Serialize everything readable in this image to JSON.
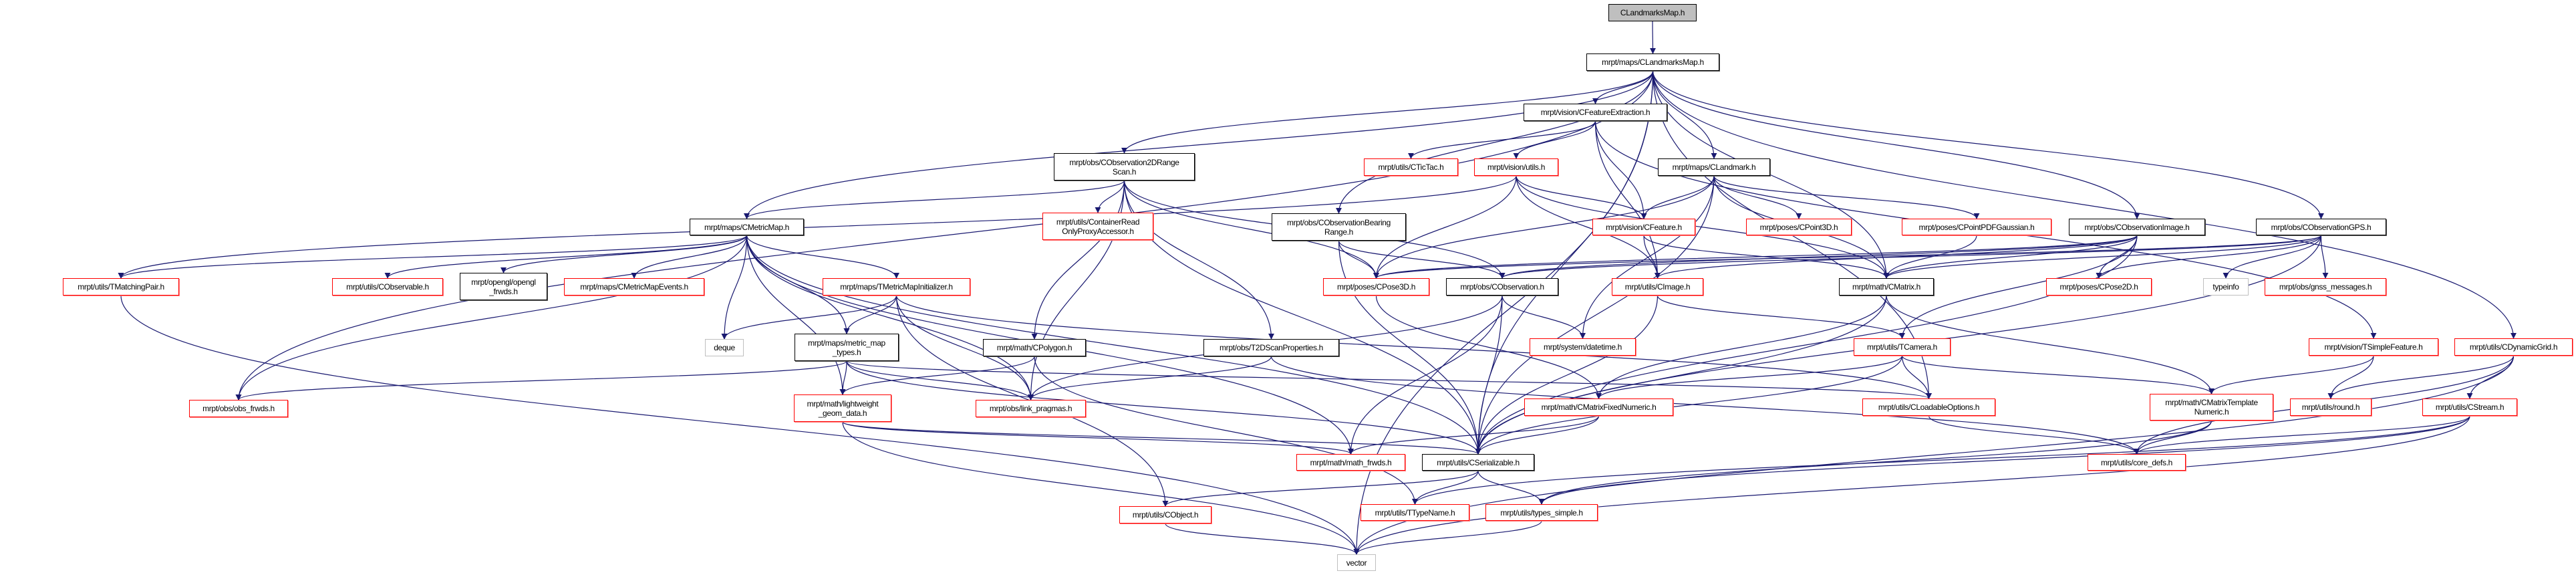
{
  "title": "CLandmarksMap.h",
  "colors": {
    "edge": "#191970",
    "documented_border": "#000000",
    "undocumented_border": "#ff0000",
    "external_border": "#bfbfbf",
    "root_fill": "#bfbfbf"
  },
  "nodes": [
    {
      "id": "root",
      "label": "CLandmarksMap.h",
      "kind": "root"
    },
    {
      "id": "lmmap",
      "label": "mrpt/maps/CLandmarksMap.h",
      "kind": "black"
    },
    {
      "id": "featext",
      "label": "mrpt/vision/CFeatureExtraction.h",
      "kind": "black"
    },
    {
      "id": "range2d",
      "label": "mrpt/obs/CObservation2DRange\nScan.h",
      "kind": "black"
    },
    {
      "id": "tictac",
      "label": "mrpt/utils/CTicTac.h",
      "kind": "red"
    },
    {
      "id": "visutils",
      "label": "mrpt/vision/utils.h",
      "kind": "red"
    },
    {
      "id": "landmark",
      "label": "mrpt/maps/CLandmark.h",
      "kind": "black"
    },
    {
      "id": "metricmap",
      "label": "mrpt/maps/CMetricMap.h",
      "kind": "black"
    },
    {
      "id": "containerro",
      "label": "mrpt/utils/ContainerRead\nOnlyProxyAccessor.h",
      "kind": "red"
    },
    {
      "id": "bearing",
      "label": "mrpt/obs/CObservationBearing\nRange.h",
      "kind": "black"
    },
    {
      "id": "feature",
      "label": "mrpt/vision/CFeature.h",
      "kind": "red"
    },
    {
      "id": "point3d",
      "label": "mrpt/poses/CPoint3D.h",
      "kind": "red"
    },
    {
      "id": "pointpdf",
      "label": "mrpt/poses/CPointPDFGaussian.h",
      "kind": "red"
    },
    {
      "id": "obsimage",
      "label": "mrpt/obs/CObservationImage.h",
      "kind": "black"
    },
    {
      "id": "obsgps",
      "label": "mrpt/obs/CObservationGPS.h",
      "kind": "black"
    },
    {
      "id": "tmatching",
      "label": "mrpt/utils/TMatchingPair.h",
      "kind": "red"
    },
    {
      "id": "observable",
      "label": "mrpt/utils/CObservable.h",
      "kind": "red"
    },
    {
      "id": "openglfrwds",
      "label": "mrpt/opengl/opengl\n_frwds.h",
      "kind": "black"
    },
    {
      "id": "mapevents",
      "label": "mrpt/maps/CMetricMapEvents.h",
      "kind": "red"
    },
    {
      "id": "tmapinit",
      "label": "mrpt/maps/TMetricMapInitializer.h",
      "kind": "red"
    },
    {
      "id": "pose3d",
      "label": "mrpt/poses/CPose3D.h",
      "kind": "red"
    },
    {
      "id": "observation",
      "label": "mrpt/obs/CObservation.h",
      "kind": "black"
    },
    {
      "id": "image",
      "label": "mrpt/utils/CImage.h",
      "kind": "red"
    },
    {
      "id": "matrix",
      "label": "mrpt/math/CMatrix.h",
      "kind": "black"
    },
    {
      "id": "pose2d",
      "label": "mrpt/poses/CPose2D.h",
      "kind": "red"
    },
    {
      "id": "typeinfo",
      "label": "typeinfo",
      "kind": "gray"
    },
    {
      "id": "gnss",
      "label": "mrpt/obs/gnss_messages.h",
      "kind": "red"
    },
    {
      "id": "deque",
      "label": "deque",
      "kind": "gray"
    },
    {
      "id": "mmtypes",
      "label": "mrpt/maps/metric_map\n_types.h",
      "kind": "black"
    },
    {
      "id": "polygon",
      "label": "mrpt/math/CPolygon.h",
      "kind": "black"
    },
    {
      "id": "t2dscan",
      "label": "mrpt/obs/T2DScanProperties.h",
      "kind": "black"
    },
    {
      "id": "datetime",
      "label": "mrpt/system/datetime.h",
      "kind": "red"
    },
    {
      "id": "tcamera",
      "label": "mrpt/utils/TCamera.h",
      "kind": "red"
    },
    {
      "id": "tsimple",
      "label": "mrpt/vision/TSimpleFeature.h",
      "kind": "red"
    },
    {
      "id": "dyngrid",
      "label": "mrpt/utils/CDynamicGrid.h",
      "kind": "red"
    },
    {
      "id": "obsfrwds",
      "label": "mrpt/obs/obs_frwds.h",
      "kind": "red"
    },
    {
      "id": "lwgeom",
      "label": "mrpt/math/lightweight\n_geom_data.h",
      "kind": "red"
    },
    {
      "id": "linkpragmas",
      "label": "mrpt/obs/link_pragmas.h",
      "kind": "red"
    },
    {
      "id": "mfixed",
      "label": "mrpt/math/CMatrixFixedNumeric.h",
      "kind": "red"
    },
    {
      "id": "loadable",
      "label": "mrpt/utils/CLoadableOptions.h",
      "kind": "red"
    },
    {
      "id": "mtemplate",
      "label": "mrpt/math/CMatrixTemplate\nNumeric.h",
      "kind": "red"
    },
    {
      "id": "round",
      "label": "mrpt/utils/round.h",
      "kind": "red"
    },
    {
      "id": "cstream",
      "label": "mrpt/utils/CStream.h",
      "kind": "red"
    },
    {
      "id": "mathfrwds",
      "label": "mrpt/math/math_frwds.h",
      "kind": "red"
    },
    {
      "id": "serializable",
      "label": "mrpt/utils/CSerializable.h",
      "kind": "black"
    },
    {
      "id": "coredefs",
      "label": "mrpt/utils/core_defs.h",
      "kind": "red"
    },
    {
      "id": "cobject",
      "label": "mrpt/utils/CObject.h",
      "kind": "red"
    },
    {
      "id": "ttypename",
      "label": "mrpt/utils/TTypeName.h",
      "kind": "red"
    },
    {
      "id": "typessimple",
      "label": "mrpt/utils/types_simple.h",
      "kind": "red"
    },
    {
      "id": "vector",
      "label": "vector",
      "kind": "gray"
    }
  ],
  "edges": [
    [
      "root",
      "lmmap"
    ],
    [
      "lmmap",
      "featext"
    ],
    [
      "lmmap",
      "range2d"
    ],
    [
      "lmmap",
      "landmark"
    ],
    [
      "lmmap",
      "bearing"
    ],
    [
      "lmmap",
      "obsimage"
    ],
    [
      "lmmap",
      "obsgps"
    ],
    [
      "lmmap",
      "dyngrid"
    ],
    [
      "lmmap",
      "metricmap"
    ],
    [
      "lmmap",
      "obsfrwds"
    ],
    [
      "lmmap",
      "serializable"
    ],
    [
      "lmmap",
      "matrix"
    ],
    [
      "lmmap",
      "loadable"
    ],
    [
      "lmmap",
      "vector"
    ],
    [
      "featext",
      "tictac"
    ],
    [
      "featext",
      "visutils"
    ],
    [
      "featext",
      "feature"
    ],
    [
      "featext",
      "image"
    ],
    [
      "featext",
      "tsimple"
    ],
    [
      "range2d",
      "metricmap"
    ],
    [
      "range2d",
      "containerro"
    ],
    [
      "range2d",
      "pose3d"
    ],
    [
      "range2d",
      "observation"
    ],
    [
      "range2d",
      "polygon"
    ],
    [
      "range2d",
      "t2dscan"
    ],
    [
      "range2d",
      "serializable"
    ],
    [
      "range2d",
      "linkpragmas"
    ],
    [
      "visutils",
      "feature"
    ],
    [
      "visutils",
      "image"
    ],
    [
      "visutils",
      "matrix"
    ],
    [
      "visutils",
      "pose3d"
    ],
    [
      "visutils",
      "tmatching"
    ],
    [
      "landmark",
      "feature"
    ],
    [
      "landmark",
      "point3d"
    ],
    [
      "landmark",
      "pointpdf"
    ],
    [
      "landmark",
      "matrix"
    ],
    [
      "landmark",
      "serializable"
    ],
    [
      "landmark",
      "datetime"
    ],
    [
      "landmark",
      "pose3d"
    ],
    [
      "metricmap",
      "tmatching"
    ],
    [
      "metricmap",
      "observable"
    ],
    [
      "metricmap",
      "openglfrwds"
    ],
    [
      "metricmap",
      "mapevents"
    ],
    [
      "metricmap",
      "tmapinit"
    ],
    [
      "metricmap",
      "deque"
    ],
    [
      "metricmap",
      "mmtypes"
    ],
    [
      "metricmap",
      "linkpragmas"
    ],
    [
      "metricmap",
      "obsfrwds"
    ],
    [
      "metricmap",
      "lwgeom"
    ],
    [
      "metricmap",
      "serializable"
    ],
    [
      "metricmap",
      "mathfrwds"
    ],
    [
      "tmapinit",
      "deque"
    ],
    [
      "tmapinit",
      "mmtypes"
    ],
    [
      "tmapinit",
      "linkpragmas"
    ],
    [
      "tmapinit",
      "loadable"
    ],
    [
      "tmapinit",
      "cobject"
    ],
    [
      "bearing",
      "pose3d"
    ],
    [
      "bearing",
      "observation"
    ],
    [
      "bearing",
      "serializable"
    ],
    [
      "feature",
      "image"
    ],
    [
      "feature",
      "matrix"
    ],
    [
      "pointpdf",
      "matrix"
    ],
    [
      "obsimage",
      "pose3d"
    ],
    [
      "obsimage",
      "observation"
    ],
    [
      "obsimage",
      "image"
    ],
    [
      "obsimage",
      "matrix"
    ],
    [
      "obsimage",
      "pose2d"
    ],
    [
      "obsimage",
      "tcamera"
    ],
    [
      "obsimage",
      "serializable"
    ],
    [
      "obsgps",
      "pose3d"
    ],
    [
      "obsgps",
      "observation"
    ],
    [
      "obsgps",
      "matrix"
    ],
    [
      "obsgps",
      "pose2d"
    ],
    [
      "obsgps",
      "typeinfo"
    ],
    [
      "obsgps",
      "gnss"
    ],
    [
      "obsgps",
      "serializable"
    ],
    [
      "tmatching",
      "vector"
    ],
    [
      "mmtypes",
      "obsfrwds"
    ],
    [
      "mmtypes",
      "lwgeom"
    ],
    [
      "mmtypes",
      "linkpragmas"
    ],
    [
      "mmtypes",
      "serializable"
    ],
    [
      "mmtypes",
      "loadable"
    ],
    [
      "polygon",
      "lwgeom"
    ],
    [
      "polygon",
      "ttypename"
    ],
    [
      "t2dscan",
      "linkpragmas"
    ],
    [
      "t2dscan",
      "coredefs"
    ],
    [
      "pose3d",
      "mfixed"
    ],
    [
      "observation",
      "mathfrwds"
    ],
    [
      "observation",
      "serializable"
    ],
    [
      "observation",
      "datetime"
    ],
    [
      "observation",
      "linkpragmas"
    ],
    [
      "image",
      "tcamera"
    ],
    [
      "image",
      "serializable"
    ],
    [
      "matrix",
      "mfixed"
    ],
    [
      "matrix",
      "serializable"
    ],
    [
      "matrix",
      "mtemplate"
    ],
    [
      "tcamera",
      "mfixed"
    ],
    [
      "tcamera",
      "serializable"
    ],
    [
      "tcamera",
      "loadable"
    ],
    [
      "tcamera",
      "mtemplate"
    ],
    [
      "tsimple",
      "mtemplate"
    ],
    [
      "tsimple",
      "round"
    ],
    [
      "dyngrid",
      "round"
    ],
    [
      "dyngrid",
      "cstream"
    ],
    [
      "dyngrid",
      "coredefs"
    ],
    [
      "dyngrid",
      "vector"
    ],
    [
      "lwgeom",
      "mathfrwds"
    ],
    [
      "lwgeom",
      "serializable"
    ],
    [
      "lwgeom",
      "vector"
    ],
    [
      "mfixed",
      "mathfrwds"
    ],
    [
      "mfixed",
      "serializable"
    ],
    [
      "loadable",
      "coredefs"
    ],
    [
      "mtemplate",
      "coredefs"
    ],
    [
      "mtemplate",
      "typessimple"
    ],
    [
      "cstream",
      "coredefs"
    ],
    [
      "cstream",
      "typessimple"
    ],
    [
      "cstream",
      "vector"
    ],
    [
      "cstream",
      "ttypename"
    ],
    [
      "serializable",
      "cobject"
    ],
    [
      "serializable",
      "ttypename"
    ],
    [
      "serializable",
      "typessimple"
    ],
    [
      "cobject",
      "vector"
    ],
    [
      "typessimple",
      "vector"
    ]
  ]
}
